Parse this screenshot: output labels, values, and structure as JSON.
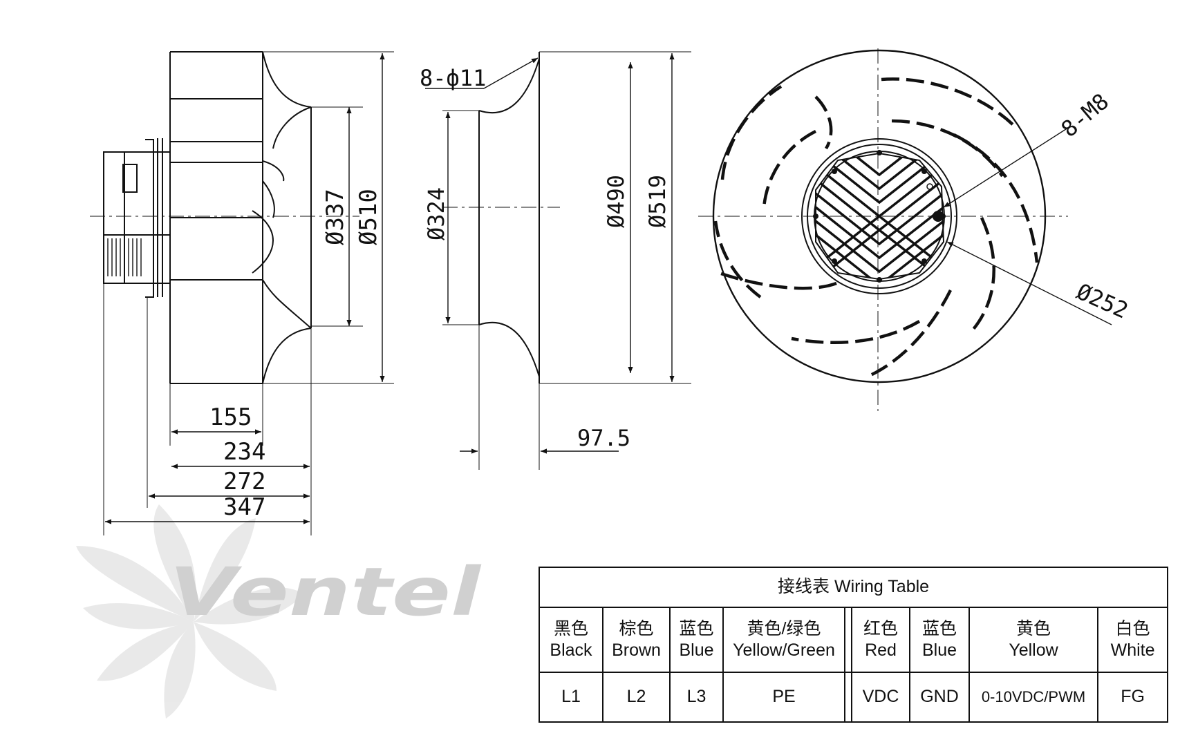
{
  "side_view": {
    "dimensions": {
      "d337": "Ø337",
      "d510": "Ø510",
      "l155": "155",
      "l234": "234",
      "l272": "272",
      "l347": "347"
    }
  },
  "section_view": {
    "dimensions": {
      "holes": "8-ф11",
      "d324": "Ø324",
      "d490": "Ø490",
      "d519": "Ø519",
      "l97_5": "97.5"
    }
  },
  "front_view": {
    "dimensions": {
      "threads": "8-M8",
      "d252": "Ø252"
    }
  },
  "logo": {
    "text": "Ventel"
  },
  "wiring_table": {
    "title": "接线表  Wiring Table",
    "columns": [
      {
        "cn": "黑色",
        "en": "Black",
        "code": "L1"
      },
      {
        "cn": "棕色",
        "en": "Brown",
        "code": "L2"
      },
      {
        "cn": "蓝色",
        "en": "Blue",
        "code": "L3"
      },
      {
        "cn": "黄色/绿色",
        "en": "Yellow/Green",
        "code": "PE"
      },
      {
        "cn": "红色",
        "en": "Red",
        "code": "VDC"
      },
      {
        "cn": "蓝色",
        "en": "Blue",
        "code": "GND"
      },
      {
        "cn": "黄色",
        "en": "Yellow",
        "code": "0-10VDC/PWM"
      },
      {
        "cn": "白色",
        "en": "White",
        "code": "FG"
      }
    ]
  }
}
